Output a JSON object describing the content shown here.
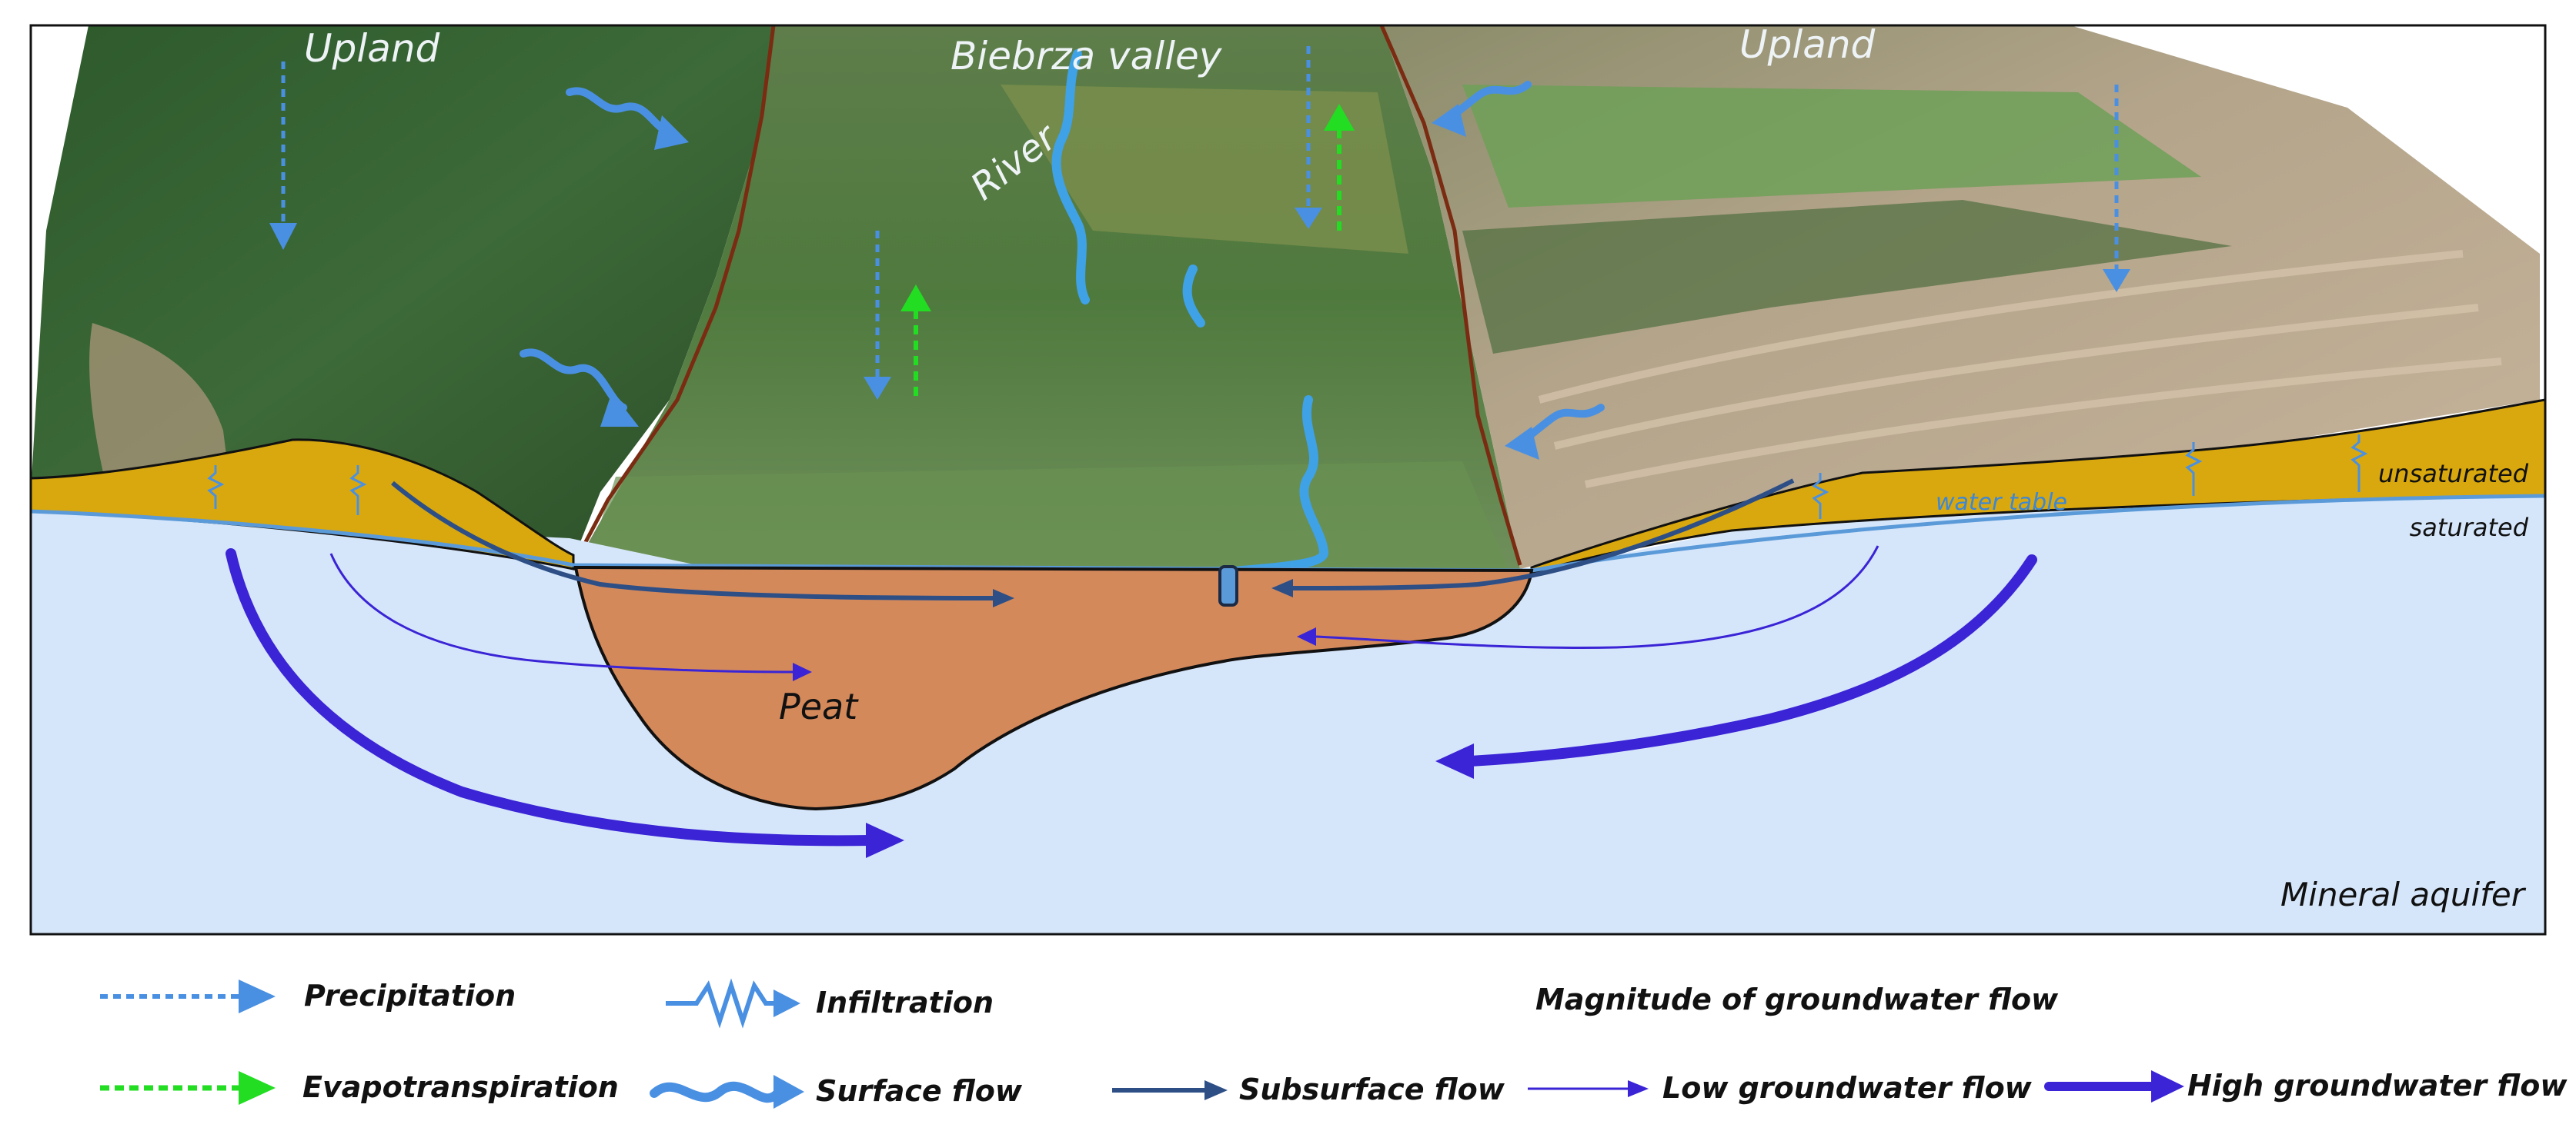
{
  "labels": {
    "upland_left": "Upland",
    "valley": "Biebrza valley",
    "upland_right": "Upland",
    "river": "River",
    "unsaturated": "unsaturated",
    "water_table": "water table",
    "saturated": "saturated",
    "peat": "Peat",
    "mineral_aquifer": "Mineral aquifer"
  },
  "legend": {
    "precipitation": "Precipitation",
    "infiltration": "Infiltration",
    "magnitude_title": "Magnitude of groundwater flow",
    "evapotranspiration": "Evapotranspiration",
    "surface_flow": "Surface flow",
    "subsurface_flow": "Subsurface flow",
    "low_groundwater_flow": "Low groundwater flow",
    "high_groundwater_flow": "High groundwater flow"
  },
  "colors": {
    "precipitation": "#4a90e2",
    "evapotranspiration": "#22dd22",
    "infiltration": "#4a90e2",
    "surface_flow": "#4a90e2",
    "subsurface_flow": "#2d4f86",
    "low_groundwater_flow": "#3a24d6",
    "high_groundwater_flow": "#3a24d6",
    "peat": "#d4895b",
    "unsaturated_zone": "#d9a80e",
    "saturated_zone": "#d6e6fa",
    "water_table": "#5b9ad9"
  }
}
